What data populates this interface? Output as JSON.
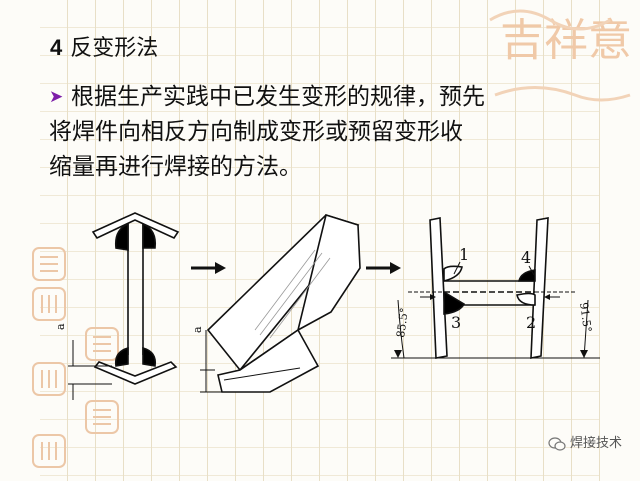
{
  "heading": {
    "number": "4",
    "title": "反变形法"
  },
  "bullet": {
    "line1": "根据生产实践中已发生变形的规律，预先",
    "line2": "将焊件向相反方向制成变形或预留变形收",
    "line3": "缩量再进行焊接的方法。"
  },
  "diagram": {
    "dim_a1": "a",
    "dim_a2": "a",
    "weld_1": "1",
    "weld_2": "2",
    "weld_3": "3",
    "weld_4": "4",
    "angle_left": "85.5°",
    "angle_right": "91.5°"
  },
  "deco": {
    "seal_text": "吉祥意"
  },
  "watermark": {
    "text": "焊接技术"
  },
  "colors": {
    "weld_fill": "#000000",
    "bullet_arrow": "#7d1ea8",
    "seal_color": "#e8b48a"
  }
}
